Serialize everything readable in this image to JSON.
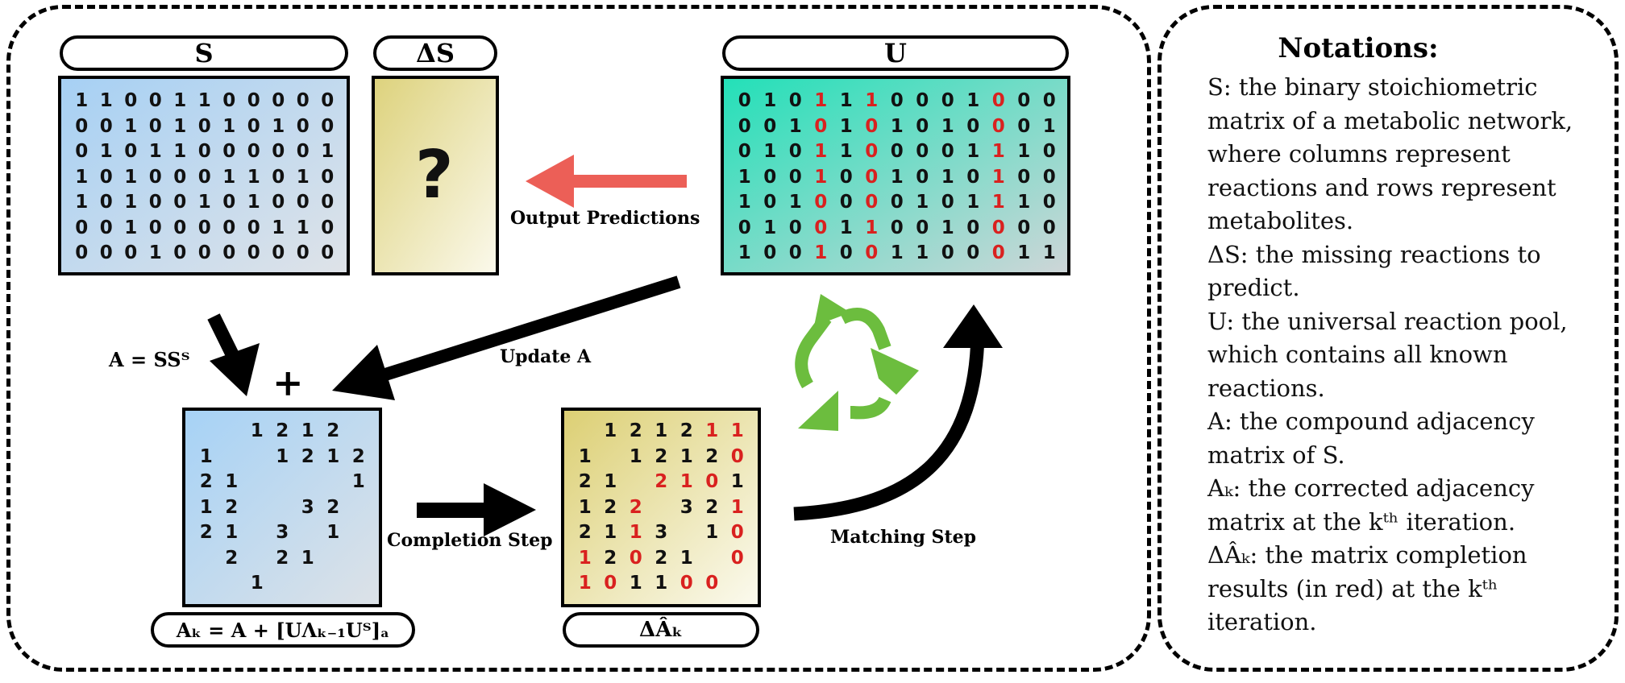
{
  "matrices": {
    "S": {
      "title": "S",
      "rows": [
        [
          "1",
          "1",
          "0",
          "0",
          "1",
          "1",
          "0",
          "0",
          "0",
          "0",
          "0"
        ],
        [
          "0",
          "0",
          "1",
          "0",
          "1",
          "0",
          "1",
          "0",
          "1",
          "0",
          "0"
        ],
        [
          "0",
          "1",
          "0",
          "1",
          "1",
          "0",
          "0",
          "0",
          "0",
          "0",
          "1"
        ],
        [
          "1",
          "0",
          "1",
          "0",
          "0",
          "0",
          "1",
          "1",
          "0",
          "1",
          "0"
        ],
        [
          "1",
          "0",
          "1",
          "0",
          "0",
          "1",
          "0",
          "1",
          "0",
          "0",
          "0"
        ],
        [
          "0",
          "0",
          "1",
          "0",
          "0",
          "0",
          "0",
          "0",
          "1",
          "1",
          "0"
        ],
        [
          "0",
          "0",
          "0",
          "1",
          "0",
          "0",
          "0",
          "0",
          "0",
          "0",
          "0"
        ]
      ]
    },
    "deltaS": {
      "title": "ΔS",
      "content": "?"
    },
    "U": {
      "title": "U",
      "rows": [
        [
          "0",
          "1",
          "0",
          "1",
          "1",
          "1",
          "0",
          "0",
          "0",
          "1",
          "0",
          "0",
          "0"
        ],
        [
          "0",
          "0",
          "1",
          "0",
          "1",
          "0",
          "1",
          "0",
          "1",
          "0",
          "0",
          "0",
          "1"
        ],
        [
          "0",
          "1",
          "0",
          "1",
          "1",
          "0",
          "0",
          "0",
          "0",
          "1",
          "1",
          "1",
          "0"
        ],
        [
          "1",
          "0",
          "0",
          "1",
          "0",
          "0",
          "1",
          "0",
          "1",
          "0",
          "1",
          "0",
          "0"
        ],
        [
          "1",
          "0",
          "1",
          "0",
          "0",
          "0",
          "0",
          "1",
          "0",
          "1",
          "1",
          "1",
          "0"
        ],
        [
          "0",
          "1",
          "0",
          "0",
          "1",
          "1",
          "0",
          "0",
          "1",
          "0",
          "0",
          "0",
          "0"
        ],
        [
          "1",
          "0",
          "0",
          "1",
          "0",
          "0",
          "1",
          "1",
          "0",
          "0",
          "0",
          "1",
          "1"
        ]
      ],
      "red_columns": [
        3,
        5,
        10
      ]
    },
    "A": {
      "rows": [
        [
          "",
          "",
          "1",
          "2",
          "1",
          "2",
          ""
        ],
        [
          "1",
          "",
          "",
          "1",
          "2",
          "1",
          "2"
        ],
        [
          "2",
          "1",
          "",
          "",
          "",
          "",
          "1"
        ],
        [
          "1",
          "2",
          "",
          "",
          "3",
          "2",
          ""
        ],
        [
          "2",
          "1",
          "",
          "3",
          "",
          "1",
          ""
        ],
        [
          "",
          "2",
          "",
          "2",
          "1",
          "",
          ""
        ],
        [
          "",
          "",
          "1",
          "",
          "",
          "",
          ""
        ]
      ]
    },
    "deltaAk": {
      "rows": [
        [
          "",
          "1",
          "2",
          "1",
          "2",
          "1",
          "1"
        ],
        [
          "1",
          "",
          "1",
          "2",
          "1",
          "2",
          "0"
        ],
        [
          "2",
          "1",
          "",
          "2",
          "1",
          "0",
          "1"
        ],
        [
          "1",
          "2",
          "2",
          "",
          "3",
          "2",
          "1"
        ],
        [
          "2",
          "1",
          "1",
          "3",
          "",
          "1",
          "0"
        ],
        [
          "1",
          "2",
          "0",
          "2",
          "1",
          "",
          "0"
        ],
        [
          "1",
          "0",
          "1",
          "1",
          "0",
          "0",
          ""
        ]
      ],
      "red_cells": [
        [
          0,
          5
        ],
        [
          0,
          6
        ],
        [
          1,
          6
        ],
        [
          2,
          3
        ],
        [
          2,
          4
        ],
        [
          2,
          5
        ],
        [
          3,
          2
        ],
        [
          3,
          6
        ],
        [
          4,
          2
        ],
        [
          4,
          6
        ],
        [
          5,
          0
        ],
        [
          5,
          2
        ],
        [
          5,
          6
        ],
        [
          6,
          0
        ],
        [
          6,
          1
        ],
        [
          6,
          4
        ],
        [
          6,
          5
        ]
      ]
    }
  },
  "labels": {
    "output_predictions": "Output Predictions",
    "update_a": "Update A",
    "a_equation": "A = SSᵀ",
    "plus": "+",
    "completion_step": "Completion Step",
    "matching_step": "Matching Step",
    "ak_equation": "Aₖ = A + [UΛₖ₋₁Uᵀ]ₐ",
    "delta_ak_label": "ΔÂₖ"
  },
  "notations": {
    "title": "Notations:",
    "lines": [
      "S: the binary stoichiometric",
      "matrix of a metabolic network,",
      "where columns represent",
      "reactions and rows represent",
      "metabolites.",
      "ΔS: the missing reactions to",
      "predict.",
      "U: the universal reaction pool,",
      "which contains all known",
      "reactions.",
      "A: the compound adjacency",
      "matrix of S.",
      "Aₖ: the corrected adjacency",
      "matrix at the kᵗʰ iteration.",
      "ΔÂₖ: the matrix completion",
      "results (in red) at the kᵗʰ",
      "iteration."
    ]
  },
  "colors": {
    "red_arrow": "#ec5f57",
    "recycle_green": "#6cbd3e",
    "highlight_red": "#d9211f",
    "s_fill_start": "#a7d0f2",
    "u_fill_start": "#2fe0bd",
    "delta_fill_start": "#e0d787"
  }
}
